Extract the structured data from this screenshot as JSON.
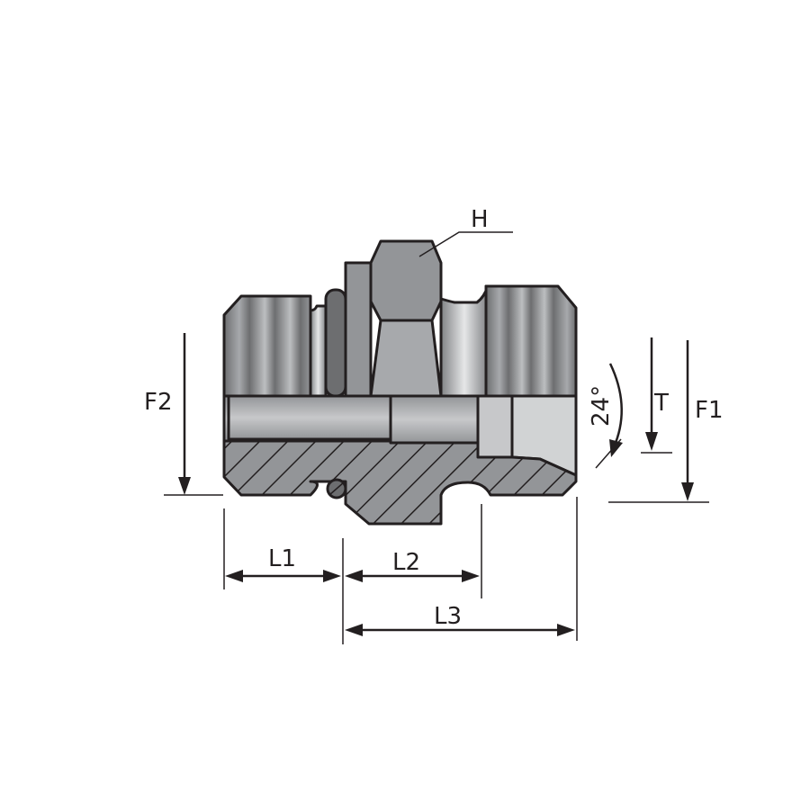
{
  "labels": {
    "hex": "H",
    "f2": "F2",
    "t": "T",
    "f1": "F1",
    "angle": "24°",
    "l1": "L1",
    "l2": "L2",
    "l3": "L3"
  },
  "colors": {
    "ink": "#231f20",
    "metal_dark": "#6d6e70",
    "metal_mid": "#939598",
    "metal_light": "#c7c8ca"
  }
}
